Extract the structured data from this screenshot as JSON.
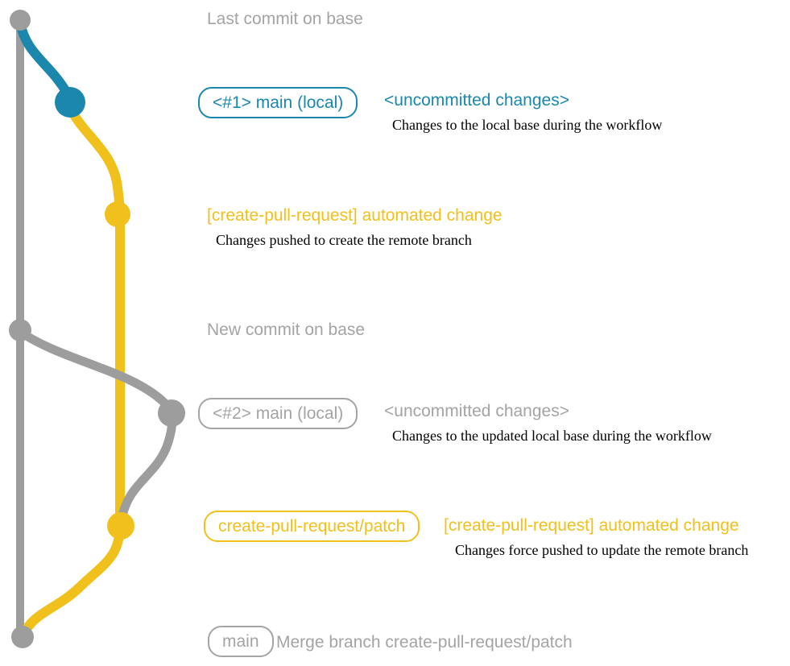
{
  "palette": {
    "background": "#ffffff",
    "gray_line": "#9d9d9d",
    "gray_text": "#a4a4a4",
    "blue": "#1b87ad",
    "yellow": "#f0c01d",
    "note_color": "#000000"
  },
  "graph": {
    "type": "git-commit-graph",
    "branches": [
      {
        "name": "base",
        "color": "#9d9d9d"
      },
      {
        "name": "main (local) #1",
        "color": "#1b87ad"
      },
      {
        "name": "create-pull-request/patch",
        "color": "#f0c01d"
      },
      {
        "name": "main (local) #2",
        "color": "#9d9d9d"
      }
    ],
    "commit_dots": [
      "last-commit-on-base",
      "main-local-1-head",
      "patch-branch-first-commit",
      "new-commit-on-base",
      "main-local-2-head",
      "patch-branch-force-push-commit",
      "merge-commit-on-base"
    ]
  },
  "labels": {
    "last_commit_heading": "Last commit on base",
    "row1": {
      "badge": "<#1> main (local)",
      "status": "<uncommitted changes>",
      "note": "Changes to the local base during the workflow"
    },
    "row2": {
      "title": "[create-pull-request] automated change",
      "note": "Changes pushed to create the remote branch"
    },
    "new_commit_heading": "New commit on base",
    "row3": {
      "badge": "<#2> main (local)",
      "status": "<uncommitted changes>",
      "note": "Changes to the updated local base during the workflow"
    },
    "row4": {
      "badge": "create-pull-request/patch",
      "title": "[create-pull-request] automated change",
      "note": "Changes force pushed to update the remote branch"
    },
    "row5": {
      "badge": "main",
      "message": "Merge branch create-pull-request/patch"
    }
  }
}
